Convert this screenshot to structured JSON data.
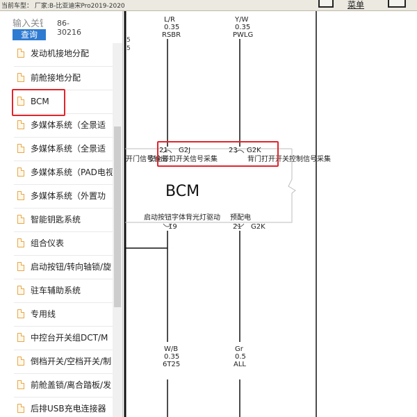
{
  "topbar": {
    "vehicle_text": "当前车型：  厂家:B-比亚迪宋Pro2019-2020",
    "menu_label": "菜单"
  },
  "sidebar": {
    "search_placeholder": "输入关键",
    "search_button": "查询",
    "code_line1": "86-",
    "code_line2": "30216",
    "items": [
      "发动机接地分配",
      "前舱接地分配",
      "BCM",
      "多媒体系统（全景适",
      "多媒体系统（全景适",
      "多媒体系统（PAD电视",
      "多媒体系统（外置功",
      "智能钥匙系统",
      "组合仪表",
      "启动按钮/转向轴锁/旋",
      "驻车辅助系统",
      "专用线",
      "中控台开关组DCT/M",
      "倒档开关/空档开关/制",
      "前舱盖锁/离合踏板/发",
      "后排USB充电连接器"
    ]
  },
  "diagram": {
    "left_edge_marks": [
      "5",
      "5"
    ],
    "wire_top_left": {
      "color": "L/R",
      "gauge": "0.35",
      "code": "RSBR"
    },
    "wire_top_right": {
      "color": "Y/W",
      "gauge": "0.35",
      "code": "PWLG"
    },
    "pin_top_left": {
      "pin": "21",
      "connector": "G2J"
    },
    "pin_top_right": {
      "pin": "23",
      "connector": "G2K"
    },
    "signal_left_overlap": "开门信号输出",
    "signal_left": "安全带扣开关信号采集",
    "signal_right": "背门打开开关控制信号采集",
    "module_title": "BCM",
    "signal_bottom_left": "启动按钮字体背光灯驱动",
    "signal_bottom_right": "预配电",
    "pin_bottom_left": {
      "pin": "19"
    },
    "pin_bottom_right": {
      "pin": "21",
      "connector": "G2K"
    },
    "wire_bottom_left": {
      "color": "W/B",
      "gauge": "0.35",
      "code": "6T25"
    },
    "wire_bottom_right": {
      "color": "Gr",
      "gauge": "0.5",
      "code": "ALL"
    },
    "line_color": "#1a1a1a",
    "highlight_color": "#e1242b"
  }
}
